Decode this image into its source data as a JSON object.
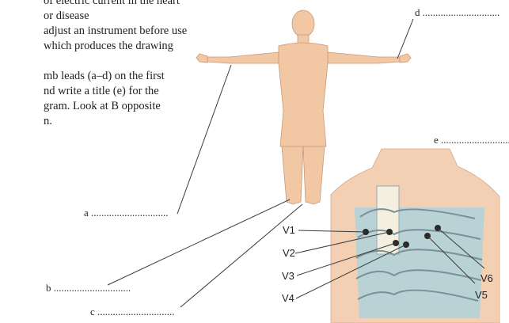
{
  "instructions": {
    "lines": [
      "of electric current in the heart",
      "or disease",
      "adjust an instrument before use",
      "which produces the drawing",
      "",
      "mb leads (a–d) on the first",
      "nd write a title (e) for the",
      "gram. Look at B opposite",
      "n."
    ]
  },
  "blanks": {
    "a": "a ..............................",
    "b": "b ..............................",
    "c": "c ..............................",
    "d": "d ..............................",
    "e": "e ..............................",
    "dots": ".............................."
  },
  "leads": {
    "v1": "V1",
    "v2": "V2",
    "v3": "V3",
    "v4": "V4",
    "v5": "V5",
    "v6": "V6"
  }
}
